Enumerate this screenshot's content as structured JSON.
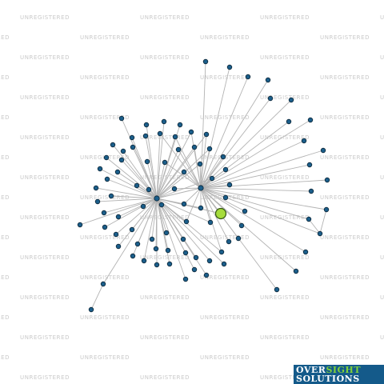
{
  "watermark": {
    "text": "UNREGISTERED"
  },
  "brand": {
    "part1": "OVER",
    "part2": "SIGHT",
    "line2": "SOLUTIONS"
  },
  "colors": {
    "node": "#1b5e8a",
    "focus_node": "#a6dc3c",
    "edge": "#b3b3b3",
    "brand_bg": "#145a8a",
    "brand_accent": "#7fd13b"
  },
  "graph": {
    "nodes": 84,
    "hubs": 2,
    "focus_node": 1
  }
}
